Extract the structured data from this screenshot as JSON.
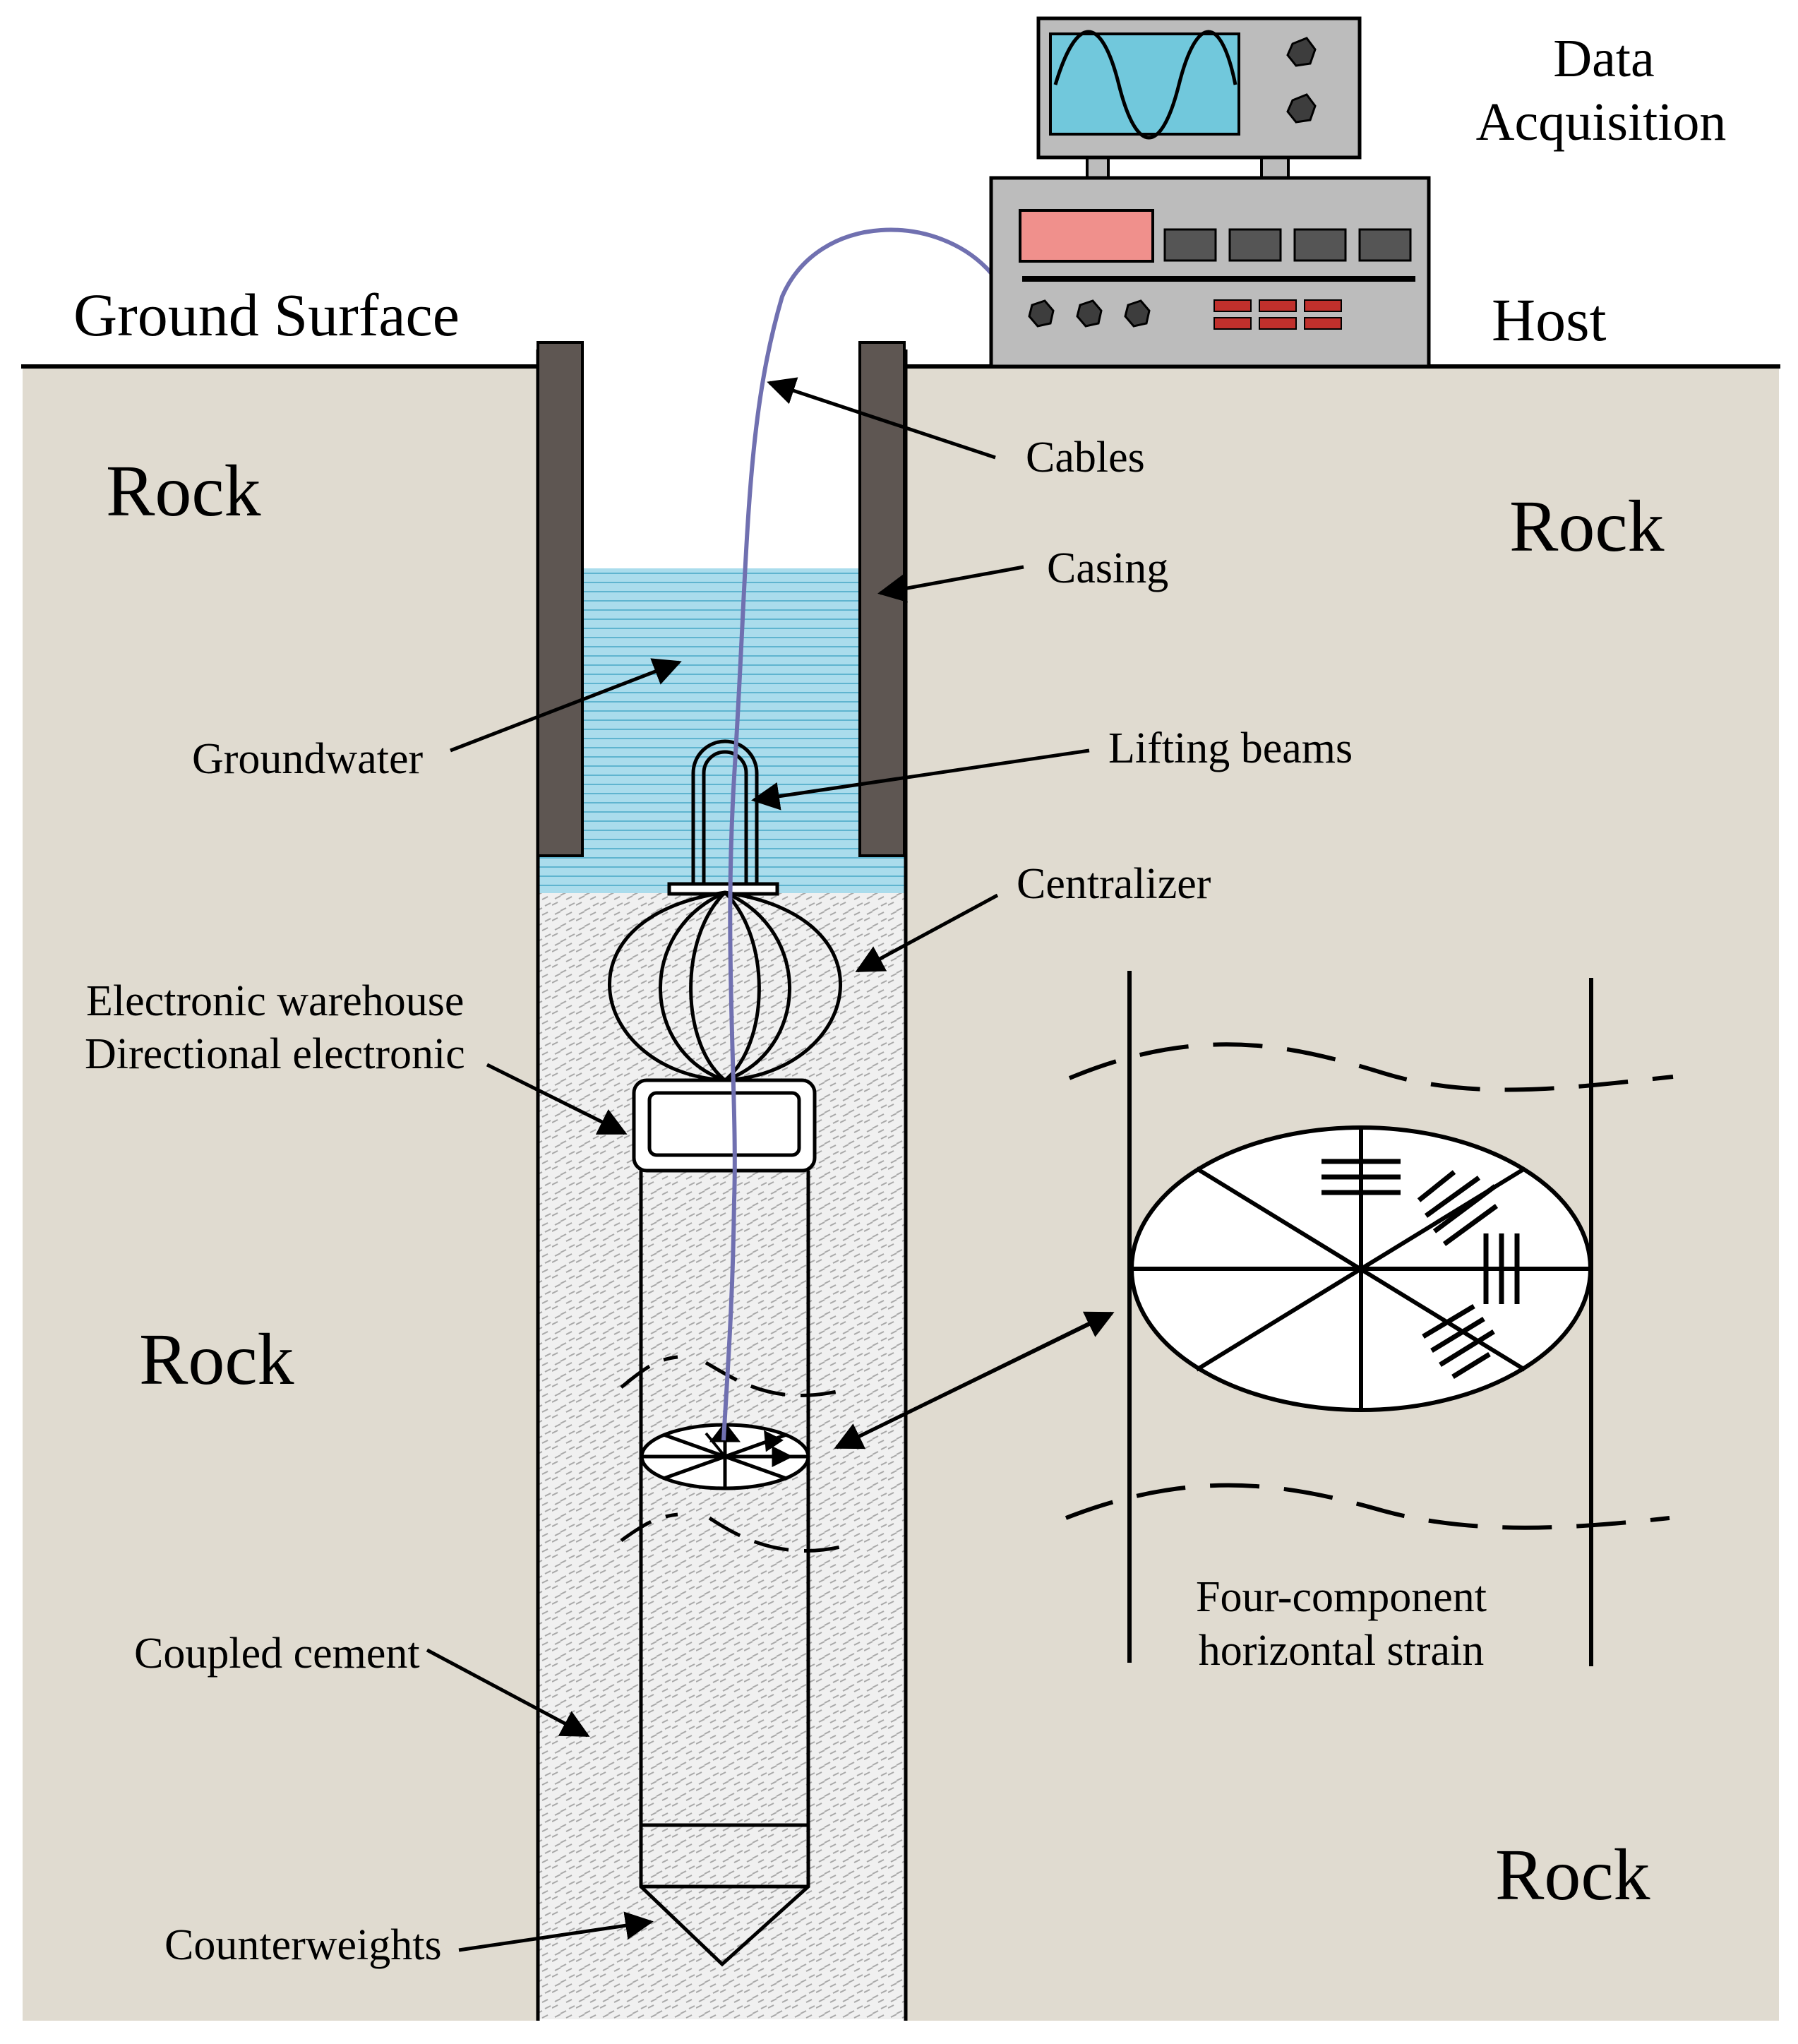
{
  "labels": {
    "ground_surface": "Ground Surface",
    "data_acquisition_1": "Data",
    "data_acquisition_2": "Acquisition",
    "host": "Host",
    "rock_top_left": "Rock",
    "rock_top_right": "Rock",
    "rock_mid_left": "Rock",
    "rock_bottom_right": "Rock",
    "cables": "Cables",
    "casing": "Casing",
    "groundwater": "Groundwater",
    "lifting_beams": "Lifting beams",
    "centralizer": "Centralizer",
    "electronic_1": "Electronic warehouse",
    "electronic_2": "Directional electronic",
    "coupled_cement": "Coupled cement",
    "counterweights": "Counterweights",
    "strain_1": "Four-component",
    "strain_2": "horizontal strain"
  },
  "colors": {
    "rock": "#e0dbd0",
    "casing": "#5e5652",
    "water": "#a7dcec",
    "monitor_screen": "#71c8dc",
    "display_panel": "#f0908c",
    "button_red": "#c0302c",
    "device_body": "#bcbcbc",
    "cable": "#7070b0"
  },
  "icons": {
    "monitor": "oscilloscope-monitor-icon",
    "host": "host-unit-icon"
  }
}
